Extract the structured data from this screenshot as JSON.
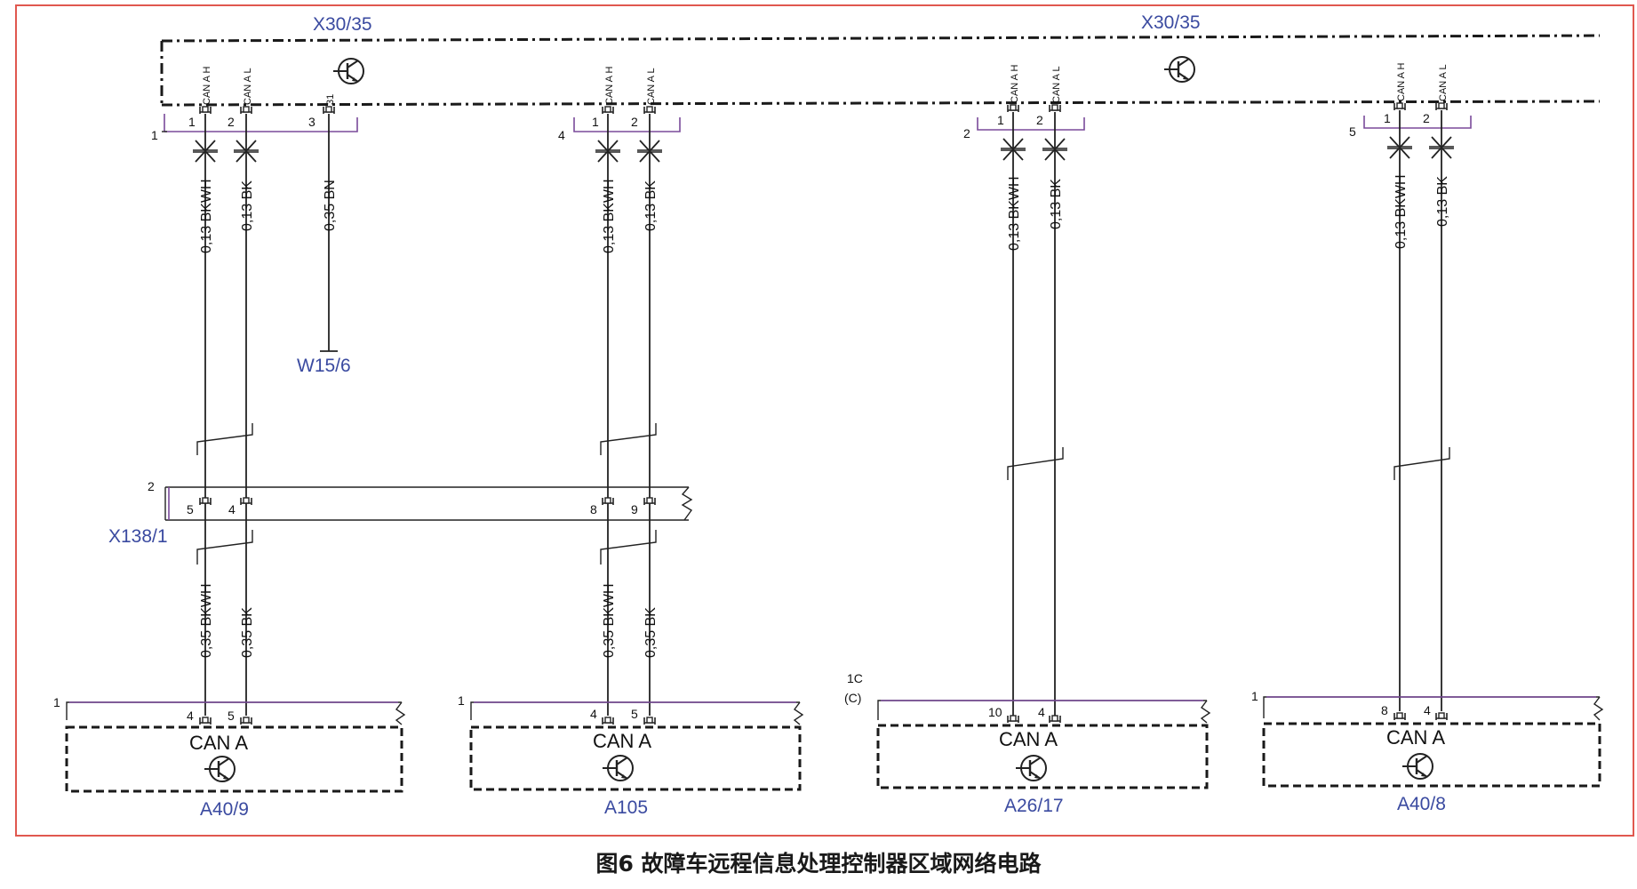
{
  "caption": "图6 故障车远程信息处理控制器区域网络电路",
  "labels": {
    "x30_left": "X30/35",
    "x30_right": "X30/35",
    "w15": "W15/6",
    "x138": "X138/1",
    "a409": "A40/9",
    "a105": "A105",
    "a2617": "A26/17",
    "a408": "A40/8",
    "can_a": "CAN A",
    "can_ah": "CAN A H",
    "can_al": "CAN A L",
    "pin31": "31"
  },
  "connectors": {
    "c1": "1",
    "c4": "4",
    "c2": "2",
    "c5": "5",
    "x138_num": "2",
    "m1": "1",
    "m2": "1",
    "m3a": "1C",
    "m3b": "(C)",
    "m4": "1"
  },
  "pins": {
    "p1_1": "1",
    "p1_2": "2",
    "p1_3": "3",
    "p4_1": "1",
    "p4_2": "2",
    "p2_1": "1",
    "p2_2": "2",
    "p5_1": "1",
    "p5_2": "2",
    "x_5": "5",
    "x_4": "4",
    "x_8": "8",
    "x_9": "9",
    "m1_4": "4",
    "m1_5": "5",
    "m2_4": "4",
    "m2_5": "5",
    "m3_10": "10",
    "m3_4": "4",
    "m4_8": "8",
    "m4_4": "4"
  },
  "wires": {
    "w013bkwh": "0,13 BKWH",
    "w013bk": "0,13 BK",
    "w035bn": "0,35 BN",
    "w035bkwh": "0,35 BKWH",
    "w035bk": "0,35 BK"
  }
}
